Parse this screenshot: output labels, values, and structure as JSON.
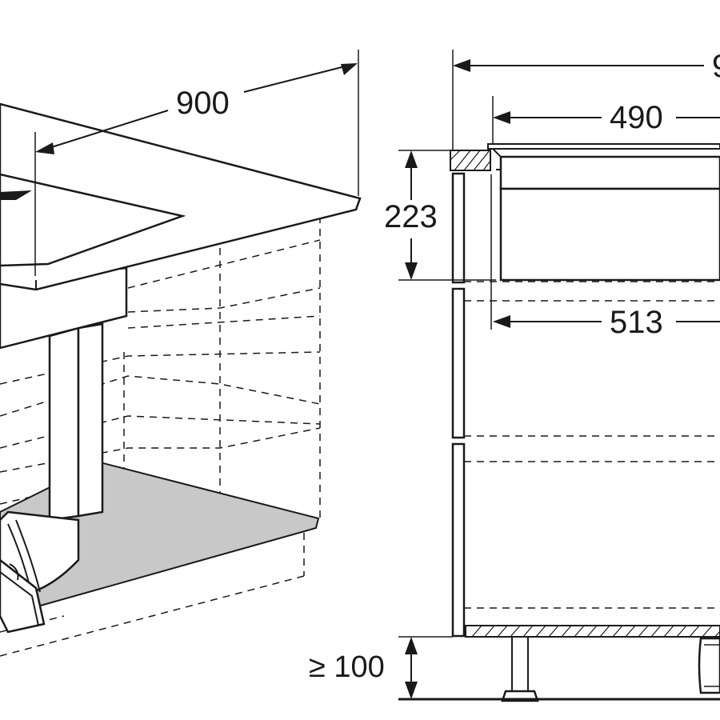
{
  "dimensions": {
    "width_900": "900",
    "depth_490": "490",
    "height_223": "223",
    "depth_513": "513",
    "floor_gap_100": "≥ 100",
    "cut_off_right_label": "9"
  },
  "colors": {
    "line": "#1a1a1a",
    "floor_shade": "#c8c8c8",
    "background": "#ffffff"
  }
}
